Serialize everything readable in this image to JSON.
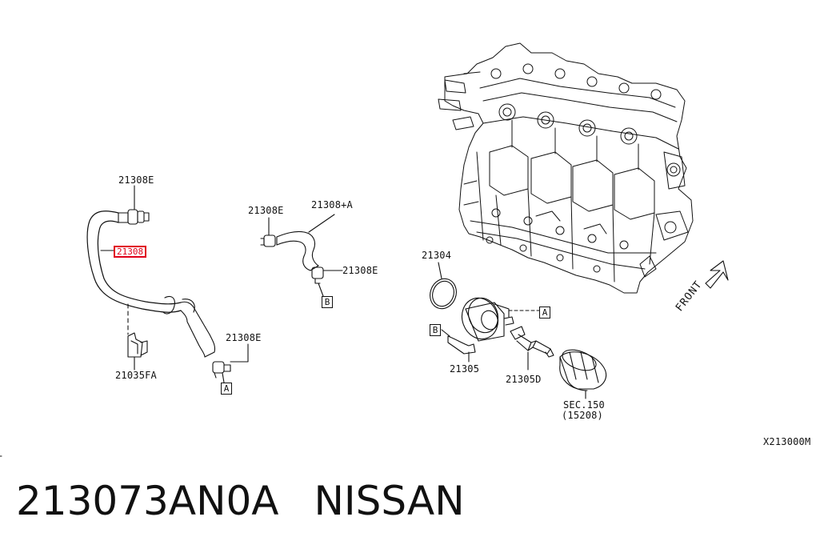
{
  "labels": {
    "l_21308E_a": "21308E",
    "l_21308_hl": "21308",
    "l_21035FA": "21035FA",
    "l_21308E_b": "21308E",
    "l_21308E_c": "21308E",
    "l_21308A": "21308+A",
    "l_21308E_d": "21308E",
    "l_21304": "21304",
    "l_21305": "21305",
    "l_21305D": "21305D",
    "l_sec150": "SEC.150",
    "l_15208": "(15208)",
    "front": "FRONT",
    "ref_code": "X213000M"
  },
  "connectors": {
    "a1": "A",
    "b1": "B",
    "a2": "A",
    "b2": "B"
  },
  "caption": {
    "part_number": "213073AN0A",
    "brand": "NISSAN"
  },
  "colors": {
    "line": "#111111",
    "highlight": "#e0001a"
  }
}
